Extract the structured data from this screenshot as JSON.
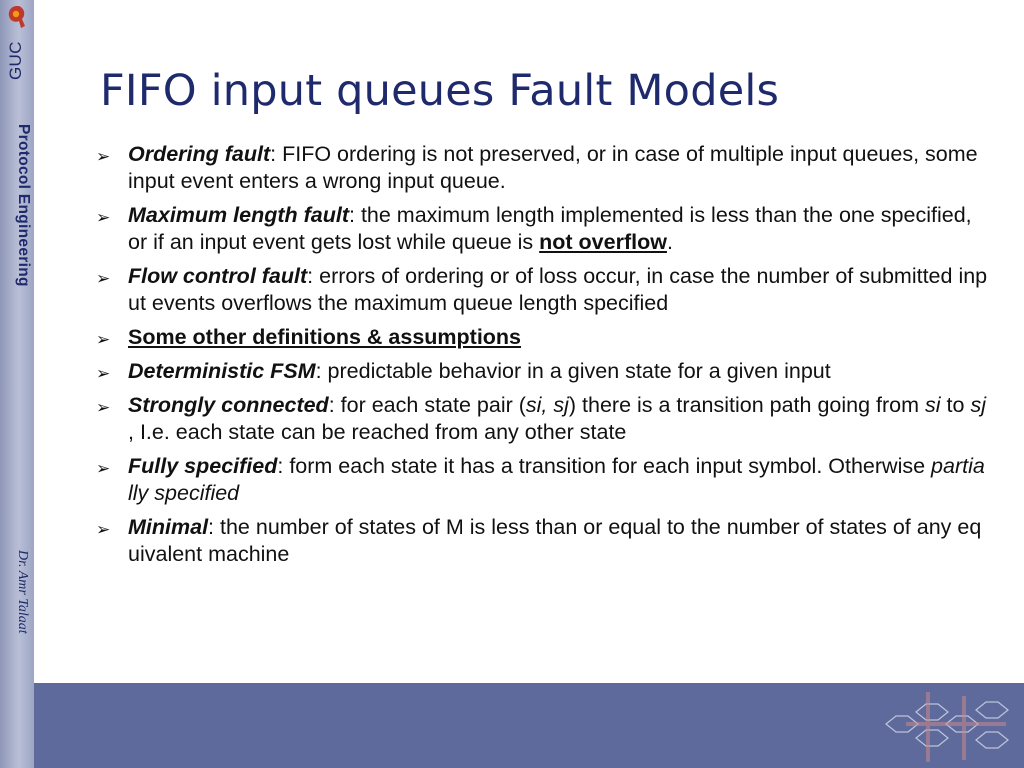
{
  "sidebar": {
    "logo_text": "GUC",
    "title": "Protocol Engineering",
    "author": "Dr. Amr Talaat"
  },
  "slide": {
    "title": "FIFO input queues Fault Models",
    "bullets": [
      {
        "term": "Ordering fault",
        "sep": ": ",
        "text": "FIFO ordering is not preserved, or in case of multiple input queues, some input event enters a wrong input queue."
      },
      {
        "term": "Maximum length fault",
        "sep": ": ",
        "text": "the maximum length implemented is less than the one specified, or if an input event gets lost while queue is ",
        "emph": "not overflow",
        "after": "."
      },
      {
        "term": "Flow control fault",
        "sep": ": ",
        "text": "errors of ordering or of loss occur, in case the number of submitted input events overflows the maximum queue length specified"
      },
      {
        "heading": "Some other definitions & assumptions"
      },
      {
        "term": "Deterministic FSM",
        "sep": ": ",
        "text": "predictable behavior in a given state for a given input"
      },
      {
        "term": "Strongly connected",
        "sep": ": ",
        "p1": "for each state pair (",
        "i1": "si, sj",
        "p2": ") there is a transition path going from ",
        "i2": "si",
        "p3": " to ",
        "i3": "sj",
        "p4": " , I.e. each state can be reached from any other state"
      },
      {
        "term": "Fully specified",
        "sep": ": ",
        "text": "form each state it has a transition for each input symbol. Otherwise ",
        "italic_after": "partially specified"
      },
      {
        "term": "Minimal",
        "sep": ": ",
        "text": "the number of states of M is less than or equal to the number of states of any equivalent machine"
      }
    ]
  },
  "icons": {
    "bullet": "arrow-bullet-icon",
    "logo": "guc-logo-icon",
    "decoration": "hexagon-network-icon"
  },
  "colors": {
    "title": "#1f2a6c",
    "sidebar": "#a9b0cc",
    "bottom_band": "#5e6a9c"
  }
}
